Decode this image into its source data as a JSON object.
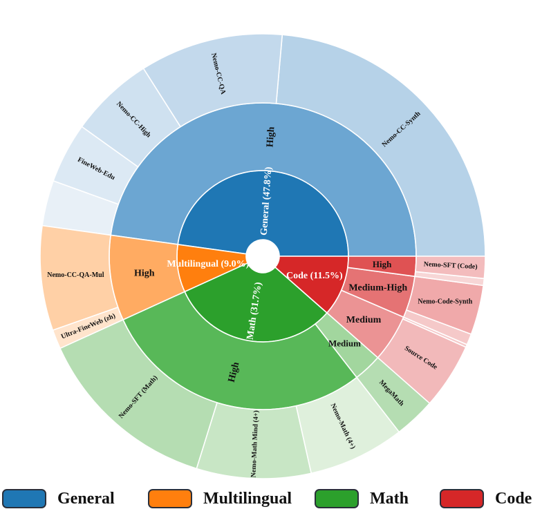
{
  "chart_data": {
    "type": "sunburst",
    "legend_position": "bottom",
    "categories": [
      {
        "name": "General",
        "label": "General (47.8%)",
        "share": 47.8,
        "color": "#1f77b4",
        "children": [
          {
            "name": "High",
            "label": "High",
            "share": 47.8,
            "color": "#6ca6d2",
            "children": [
              {
                "name": "Nemo-CC-Synth",
                "label": "Nemo-CC-Synth",
                "share": 23.6,
                "color": "#b6d2e8"
              },
              {
                "name": "Nemo-CC-QA",
                "label": "Nemo-CC-QA",
                "share": 10.4,
                "color": "#c3d9ec"
              },
              {
                "name": "Nemo-CC-High",
                "label": "Nemo-CC-High",
                "share": 6.1,
                "color": "#cfe1f0"
              },
              {
                "name": "FineWeb-Edu",
                "label": "FineWeb-Edu",
                "share": 4.4,
                "color": "#dce9f4"
              },
              {
                "name": "Other",
                "label": "",
                "share": 3.3,
                "color": "#e8f0f7"
              }
            ]
          }
        ]
      },
      {
        "name": "Multilingual",
        "label": "Multilingual (9.0%)",
        "share": 9.0,
        "color": "#ff7f0e",
        "children": [
          {
            "name": "High",
            "label": "High",
            "share": 9.0,
            "color": "#ffab62",
            "children": [
              {
                "name": "Nemo-CC-QA-Mul",
                "label": "Nemo-CC-QA-Mul",
                "share": 7.6,
                "color": "#ffd0a6"
              },
              {
                "name": "Ultra-FineWeb (zh)",
                "label": "Ultra-FineWeb (zh)",
                "share": 1.4,
                "color": "#ffe4cc"
              }
            ]
          }
        ]
      },
      {
        "name": "Math",
        "label": "Math (31.7%)",
        "share": 31.7,
        "color": "#2ca02c",
        "children": [
          {
            "name": "High",
            "label": "High",
            "share": 28.7,
            "color": "#58b858",
            "children": [
              {
                "name": "Nemo-SFT (Math)",
                "label": "Nemo-SFT (Math)",
                "share": 13.4,
                "color": "#b5ddb2"
              },
              {
                "name": "Nemo-Math Mind (4+)",
                "label": "Nemo-Math Mind (4+)",
                "share": 8.3,
                "color": "#c8e6c5"
              },
              {
                "name": "Nemo-Math (4+)",
                "label": "Nemo-Math (4+)",
                "share": 7.0,
                "color": "#dff0dc"
              }
            ]
          },
          {
            "name": "Medium",
            "label": "Medium",
            "share": 3.0,
            "color": "#a2d69e",
            "children": [
              {
                "name": "MegaMath",
                "label": "MegaMath",
                "share": 3.0,
                "color": "#b5ddb2"
              }
            ]
          }
        ]
      },
      {
        "name": "Code",
        "label": "Code (11.5%)",
        "share": 11.5,
        "color": "#d62728",
        "children": [
          {
            "name": "Medium",
            "label": "Medium",
            "share": 5.0,
            "color": "#eb9394",
            "children": [
              {
                "name": "Source Code",
                "label": "Source Code",
                "share": 4.8,
                "color": "#f2b9ba"
              },
              {
                "name": "Other",
                "label": "",
                "share": 0.2,
                "color": "#f5c9c9"
              }
            ]
          },
          {
            "name": "Medium-High",
            "label": "Medium-High",
            "share": 4.4,
            "color": "#e57374",
            "children": [
              {
                "name": "Other",
                "label": "",
                "share": 0.8,
                "color": "#f5c9c9"
              },
              {
                "name": "Nemo-Code-Synth",
                "label": "Nemo-Code-Synth",
                "share": 3.6,
                "color": "#f0a9aa"
              }
            ]
          },
          {
            "name": "High",
            "label": "High",
            "share": 2.1,
            "color": "#df5253",
            "children": [
              {
                "name": "Other",
                "label": "",
                "share": 0.5,
                "color": "#f7d6d6"
              },
              {
                "name": "Nemo-SFT (Code)",
                "label": "Nemo-SFT (Code)",
                "share": 1.6,
                "color": "#f3bcbd"
              }
            ]
          }
        ]
      }
    ],
    "legend": [
      {
        "label": "General",
        "color": "#1f77b4"
      },
      {
        "label": "Multilingual",
        "color": "#ff7f0e"
      },
      {
        "label": "Math",
        "color": "#2ca02c"
      },
      {
        "label": "Code",
        "color": "#d62728"
      }
    ]
  }
}
